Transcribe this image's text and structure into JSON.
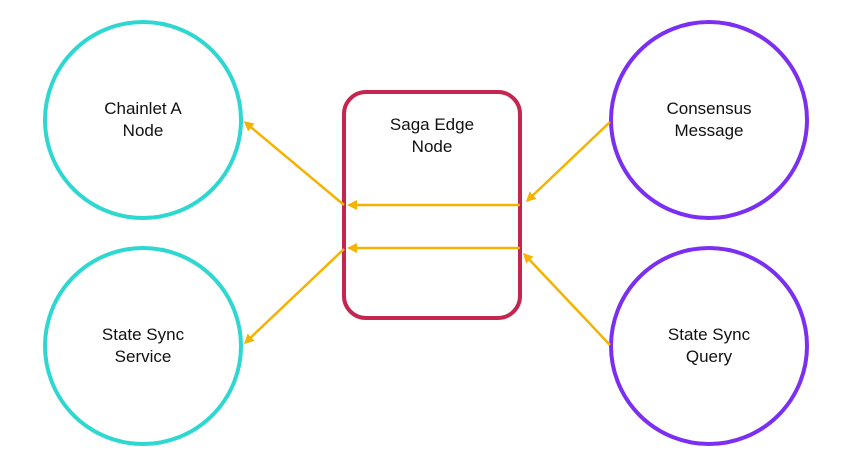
{
  "nodes": {
    "chainlet_a": {
      "label": "Chainlet A\nNode",
      "color": "#2ed8d0",
      "shape": "circle"
    },
    "state_sync_service": {
      "label": "State Sync\nService",
      "color": "#2ed8d0",
      "shape": "circle"
    },
    "saga_edge": {
      "label": "Saga Edge\nNode",
      "color": "#c4264f",
      "shape": "rounded-rect"
    },
    "consensus_message": {
      "label": "Consensus\nMessage",
      "color": "#7b2ff2",
      "shape": "circle"
    },
    "state_sync_query": {
      "label": "State Sync\nQuery",
      "color": "#7b2ff2",
      "shape": "circle"
    }
  },
  "edges": [
    {
      "from": "consensus_message",
      "to": "saga_edge"
    },
    {
      "from": "saga_edge",
      "to": "chainlet_a"
    },
    {
      "from": "state_sync_query",
      "to": "saga_edge"
    },
    {
      "from": "saga_edge",
      "to": "state_sync_service"
    }
  ],
  "arrow_color": "#f5b301"
}
